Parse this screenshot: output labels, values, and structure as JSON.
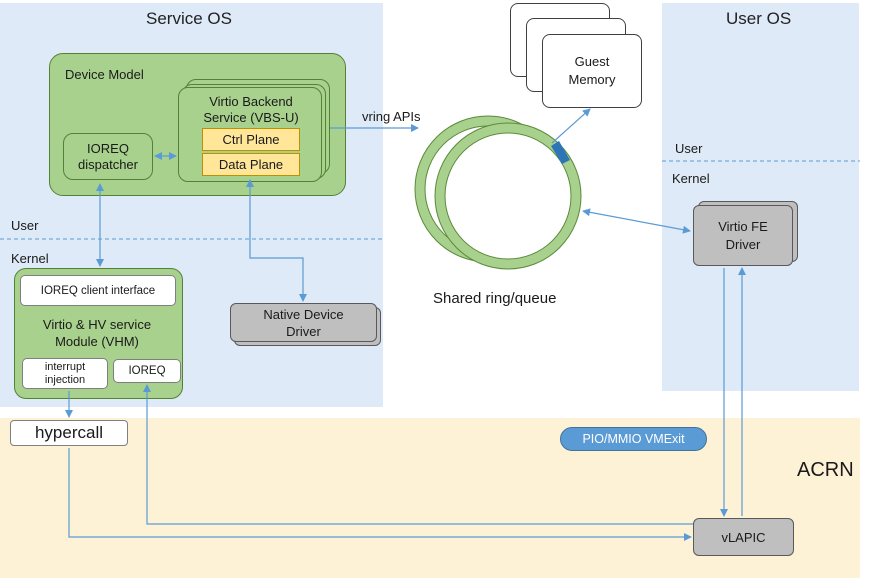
{
  "regions": {
    "service_os": "Service OS",
    "user_os": "User OS",
    "acrn": "ACRN"
  },
  "service_os": {
    "user_label": "User",
    "kernel_label": "Kernel",
    "device_model": {
      "title": "Device Model",
      "ioreq_dispatcher": "IOREQ\ndispatcher",
      "vbs_u": "Virtio Backend\nService (VBS-U)",
      "ctrl_plane": "Ctrl Plane",
      "data_plane": "Data Plane"
    },
    "vhm": {
      "client_interface": "IOREQ client interface",
      "title": "Virtio & HV service\nModule (VHM)",
      "interrupt_injection": "interrupt\ninjection",
      "ioreq": "IOREQ"
    },
    "native_driver": "Native Device\nDriver"
  },
  "shared": {
    "vring_apis": "vring APIs",
    "ring_label": "Shared ring/queue",
    "guest_memory": "Guest\nMemory"
  },
  "user_os": {
    "user_label": "User",
    "kernel_label": "Kernel",
    "virtio_fe": "Virtio FE\nDriver"
  },
  "acrn": {
    "hypercall": "hypercall",
    "vmexit": "PIO/MMIO VMExit",
    "vlapic": "vLAPIC"
  },
  "colors": {
    "os_bg": "#deeaf7",
    "acrn_bg": "#fdf1d6",
    "green": "#a9d18e",
    "arrow": "#5b9bd5"
  }
}
